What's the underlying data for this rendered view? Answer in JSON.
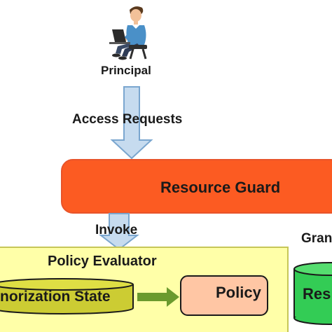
{
  "principal": {
    "label": "Principal",
    "icon": "person-at-laptop-icon"
  },
  "access_requests": {
    "label": "Access Requests"
  },
  "resource_guard": {
    "label": "Resource Guard",
    "color": "#fc5b22",
    "border_color": "#e8542a"
  },
  "invoke": {
    "label": "Invoke"
  },
  "policy_evaluator": {
    "label": "Policy Evaluator",
    "fill": "#ffffa8",
    "border_color": "#c6c658"
  },
  "authorization_state": {
    "label": "norization State",
    "fill": "#cccc33"
  },
  "policy": {
    "label": "Policy",
    "fill": "#ffc6a4",
    "border_color": "#1a1a1a"
  },
  "grant": {
    "label": "Gran"
  },
  "resource": {
    "label": "Res",
    "fill": "#33cc55"
  },
  "arrows": {
    "down_arrow_fill": "#c6dbef",
    "down_arrow_stroke": "#7aa6cf",
    "flow_arrow_fill": "#6b9a2e"
  }
}
